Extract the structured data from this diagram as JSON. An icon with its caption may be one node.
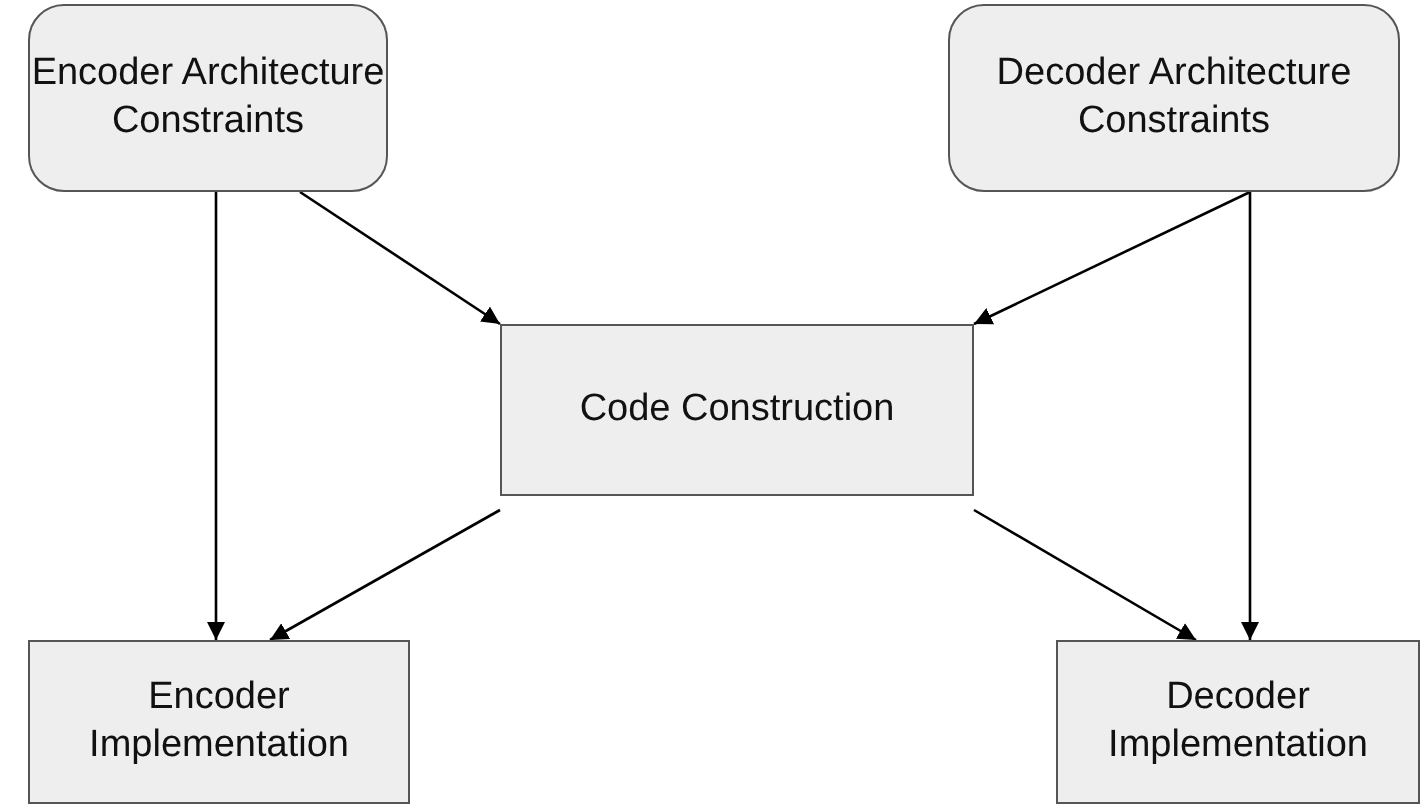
{
  "diagram": {
    "nodes": [
      {
        "text": [
          "Encoder Architecture Constraints"
        ]
      },
      {
        "text": [
          "Decoder Architecture Constraints"
        ]
      },
      {
        "text": [
          "Code Construction"
        ]
      },
      {
        "text": [
          "Encoder Implementation"
        ]
      },
      {
        "text": [
          "Decoder Implementation"
        ]
      }
    ],
    "edges": [
      {
        "from": 0,
        "to": 3,
        "arrow": "to"
      },
      {
        "from": 0,
        "to": 2,
        "arrow": "to"
      },
      {
        "from": 1,
        "to": 2,
        "arrow": "to"
      },
      {
        "from": 1,
        "to": 4,
        "arrow": "to"
      },
      {
        "from": 2,
        "to": 3,
        "arrow": "to"
      },
      {
        "from": 2,
        "to": 4,
        "arrow": "to"
      }
    ]
  }
}
